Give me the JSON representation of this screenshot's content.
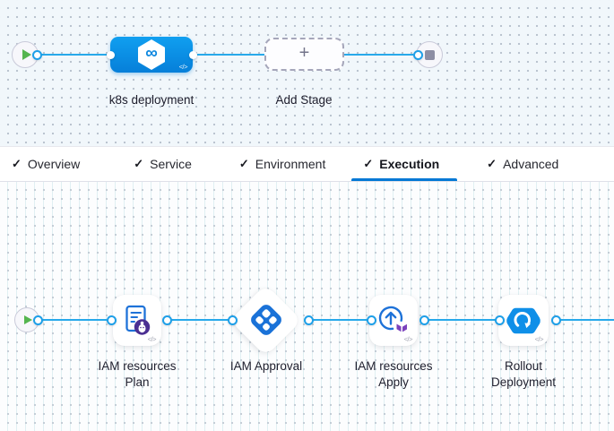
{
  "icons": {
    "check": "✓",
    "plus": "+",
    "infinity": "∞",
    "code": "</>"
  },
  "stage_pipeline": {
    "stage_label": "k8s deployment",
    "add_stage_label": "Add Stage"
  },
  "tabs": [
    {
      "label": "Overview",
      "checked": true,
      "active": false
    },
    {
      "label": "Service",
      "checked": true,
      "active": false
    },
    {
      "label": "Environment",
      "checked": true,
      "active": false
    },
    {
      "label": "Execution",
      "checked": true,
      "active": true
    },
    {
      "label": "Advanced",
      "checked": true,
      "active": false
    }
  ],
  "execution": {
    "steps": [
      {
        "line1": "IAM resources",
        "line2": "Plan",
        "icon": "terraform-plan-icon"
      },
      {
        "line1": "IAM Approval",
        "line2": "",
        "icon": "approval-icon"
      },
      {
        "line1": "IAM resources",
        "line2": "Apply",
        "icon": "terraform-apply-icon"
      },
      {
        "line1": "Rollout",
        "line2": "Deployment",
        "icon": "rollout-deployment-icon"
      }
    ]
  },
  "colors": {
    "accent_blue": "#0278d5",
    "link_blue": "#27a9ea",
    "stage_node_blue_top": "#109ff0",
    "stage_node_blue_bottom": "#067fd9",
    "play_green": "#55b54f",
    "stop_gray": "#8d8ea4",
    "terraform_purple": "#7b42bc",
    "plan_badge_purple": "#4b2f92"
  }
}
